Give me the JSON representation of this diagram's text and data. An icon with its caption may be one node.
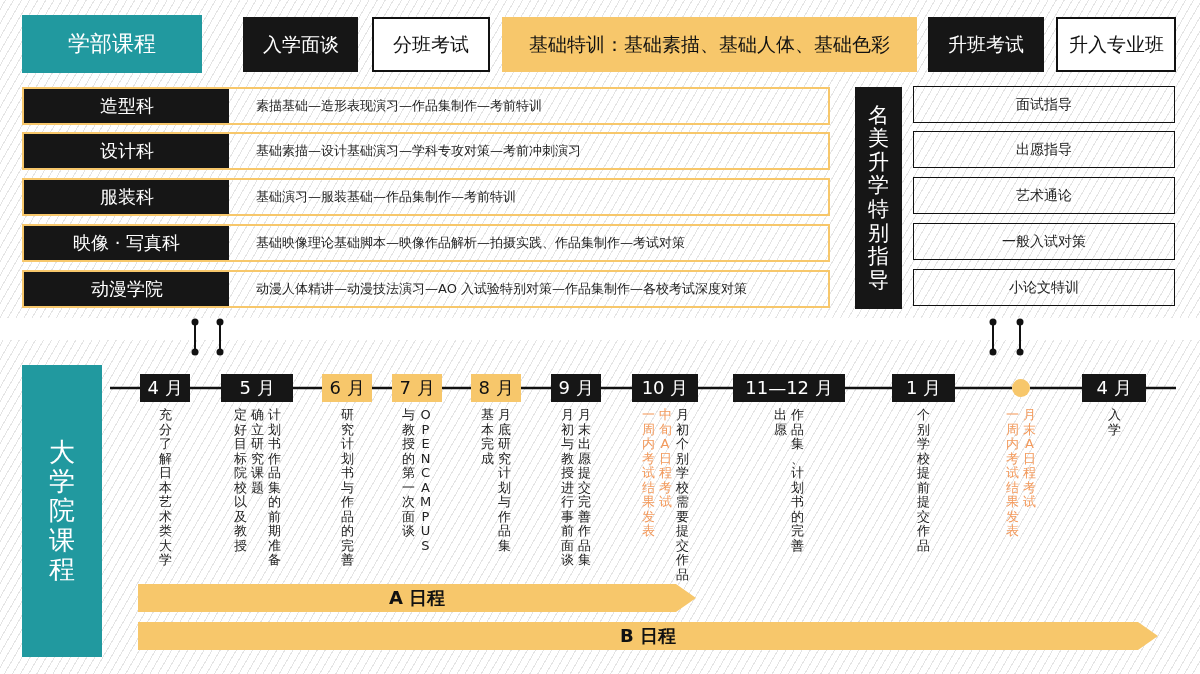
{
  "diagram": {
    "nodes": [
      {
        "text": [
          "学部课程"
        ]
      },
      {
        "text": [
          "入学面谈"
        ]
      },
      {
        "text": [
          "分班考试"
        ]
      },
      {
        "text": [
          "基础特训：基础素描、基础人体、基础色彩"
        ]
      },
      {
        "text": [
          "升班考试"
        ]
      },
      {
        "text": [
          "升入专业班"
        ]
      },
      {
        "text": [
          "造型科",
          "素描基础—造形表现演习—作品集制作—考前特训"
        ]
      },
      {
        "text": [
          "设计科",
          "基础素描—设计基础演习—学科专攻对策—考前冲刺演习"
        ]
      },
      {
        "text": [
          "服装科",
          "基础演习—服装基础—作品集制作—考前特训"
        ]
      },
      {
        "text": [
          "映像 · 写真科",
          "基础映像理论基础脚本—映像作品解析—拍摄实践、作品集制作—考试对策"
        ]
      },
      {
        "text": [
          "动漫学院",
          "动漫人体精讲—动漫技法演习—AO 入试验特别对策—作品集制作—各校考试深度对策"
        ]
      },
      {
        "text": [
          "名美升学特别指导"
        ]
      },
      {
        "text": [
          "面试指导"
        ]
      },
      {
        "text": [
          "出愿指导"
        ]
      },
      {
        "text": [
          "艺术通论"
        ]
      },
      {
        "text": [
          "一般入试对策"
        ]
      },
      {
        "text": [
          "小论文特训"
        ]
      },
      {
        "text": [
          "大学院课程"
        ]
      },
      {
        "text": [
          "4 月"
        ],
        "beside": [
          "充分了解日本艺术类大学"
        ]
      },
      {
        "text": [
          "5 月"
        ],
        "beside": [
          "计划书作品集的前期准备",
          "确立研究课题",
          "定好目标院校以及教授"
        ]
      },
      {
        "text": [
          "6 月"
        ],
        "beside": [
          "研究计划书与作品的完善"
        ]
      },
      {
        "text": [
          "7 月"
        ],
        "beside": [
          "OPEN CAMPUS",
          "与教授的第一次面谈"
        ]
      },
      {
        "text": [
          "8 月"
        ],
        "beside": [
          "月底研究计划与作品集",
          "基本完成"
        ]
      },
      {
        "text": [
          "9 月"
        ],
        "beside": [
          "月末出愿提交完善作品集",
          "月初与教授进行事前面谈"
        ]
      },
      {
        "text": [
          "10 月"
        ],
        "beside": [
          "月初个别学校需要提交作品",
          "中旬 A 日程考试",
          "一周内考试结果发表"
        ]
      },
      {
        "text": [
          "11—12 月"
        ],
        "beside": [
          "作品集、计划书的完善",
          "出愿"
        ]
      },
      {
        "text": [
          "1 月"
        ],
        "beside": [
          "个别学校提前提交作品"
        ]
      },
      {
        "text": [],
        "shape": "circle",
        "beside": [
          "月末 A 日程考试",
          "一周内考试结果发表"
        ]
      },
      {
        "text": [
          "4 月"
        ],
        "beside": [
          "入学"
        ]
      },
      {
        "text": [
          "A 日程"
        ]
      },
      {
        "text": [
          "B 日程"
        ]
      }
    ],
    "edges": [
      {
        "from": 18,
        "to": 19,
        "arrow": "none"
      },
      {
        "from": 19,
        "to": 20,
        "arrow": "none"
      },
      {
        "from": 20,
        "to": 21,
        "arrow": "none"
      },
      {
        "from": 21,
        "to": 22,
        "arrow": "none"
      },
      {
        "from": 22,
        "to": 23,
        "arrow": "none"
      },
      {
        "from": 23,
        "to": 24,
        "arrow": "none"
      },
      {
        "from": 24,
        "to": 25,
        "arrow": "none"
      },
      {
        "from": 25,
        "to": 26,
        "arrow": "none"
      },
      {
        "from": 26,
        "to": 27,
        "arrow": "none"
      },
      {
        "from": 27,
        "to": 28,
        "arrow": "none"
      }
    ]
  }
}
